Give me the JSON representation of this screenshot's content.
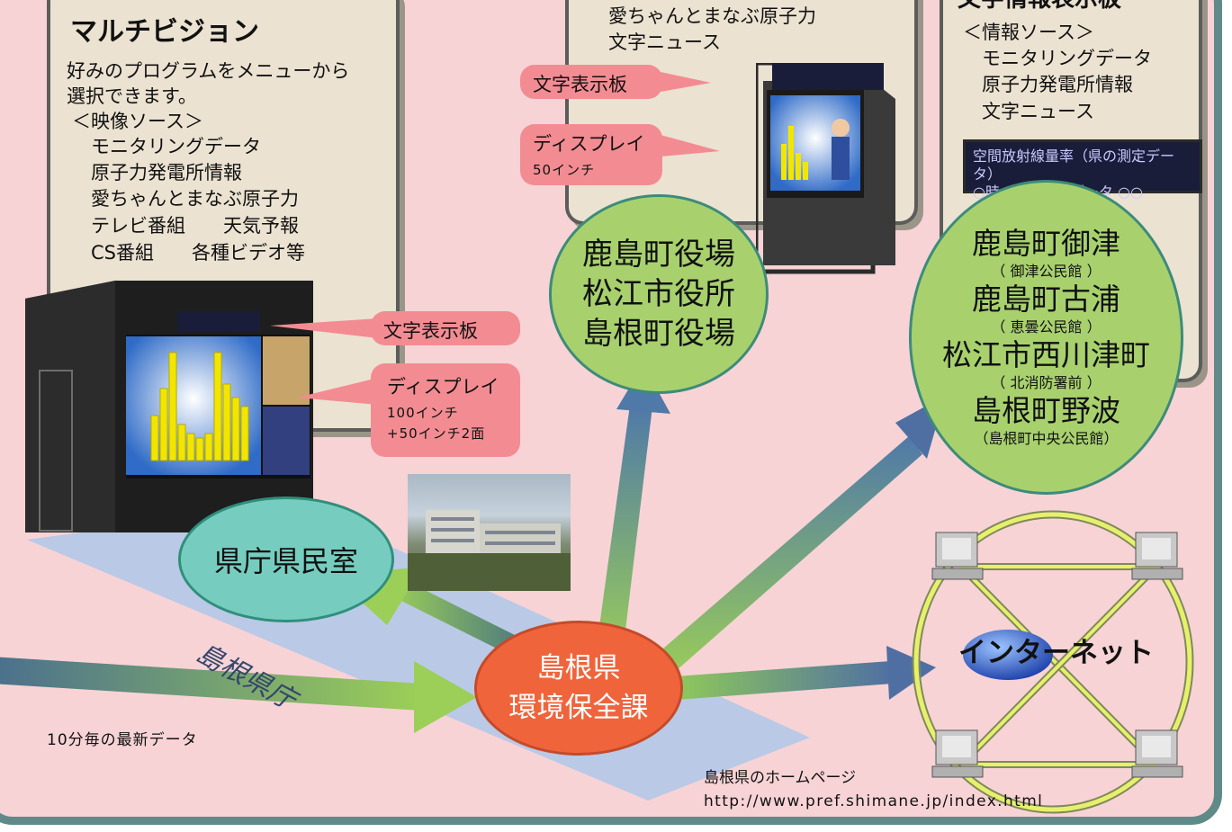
{
  "multivision": {
    "title": "マルチビジョン",
    "lines": [
      "好みのプログラムをメニューから",
      "選択できます。",
      "＜映像ソース＞",
      "　モニタリングデータ",
      "　原子力発電所情報",
      "　愛ちゃんとまなぶ原子力",
      "　テレビ番組　　天気予報",
      "　CS番組　　各種ビデオ等"
    ],
    "bubble_text_board": "文字表示板",
    "bubble_display": "ディスプレイ",
    "bubble_display_sub1": "100インチ",
    "bubble_display_sub2": "+50インチ2面"
  },
  "middle": {
    "lines": [
      "愛ちゃんとまなぶ原子力",
      "文字ニュース"
    ],
    "bubble_text_board": "文字表示板",
    "bubble_display": "ディスプレイ",
    "bubble_display_sub": "50インチ",
    "locations": [
      "鹿島町役場",
      "松江市役所",
      "島根町役場"
    ]
  },
  "right_panel": {
    "title_partial": "文字情報表示板",
    "lines": [
      "＜情報ソース＞",
      "　モニタリングデータ",
      "　原子力発電所情報",
      "　文字ニュース"
    ],
    "led_line1": "空間放射線量率（県の測定データ）",
    "led_line2": "○時○分の測定データ ○○局:○○nG/h",
    "locations": [
      {
        "name": "鹿島町御津",
        "sub": "（ 御津公民館 ）"
      },
      {
        "name": "鹿島町古浦",
        "sub": "（ 恵曇公民館 ）"
      },
      {
        "name": "松江市西川津町",
        "sub": "（ 北消防署前 ）"
      },
      {
        "name": "島根町野波",
        "sub": "（島根町中央公民館）"
      }
    ]
  },
  "kencho": {
    "circle_label": "県庁県民室",
    "floor_label": "島根県庁"
  },
  "environment": {
    "line1": "島根県",
    "line2": "環境保全課"
  },
  "footer_note": "10分毎の最新データ",
  "internet": {
    "label": "インターネット",
    "homepage_label": "島根県のホームページ",
    "url": "http://www.pref.shimane.jp/index.html"
  },
  "colors": {
    "background": "#f7d3d6",
    "frame": "#5f8a87",
    "panel": "#ebe2d1",
    "bubble": "#f28c92",
    "location_circle": "#a8d16e",
    "kencho_circle": "#76cdbf",
    "env_circle": "#f0643c",
    "floor": "#b9c9e6"
  },
  "icons": [
    "multivision-cabinet",
    "display-kiosk",
    "led-board",
    "building-photo",
    "network-computer",
    "globe-icon",
    "arrow"
  ]
}
